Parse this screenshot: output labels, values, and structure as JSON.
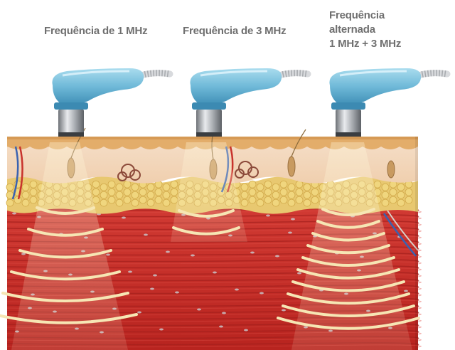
{
  "labels": {
    "freq1": "Frequência de 1 MHz",
    "freq3": "Frequência de 3 MHz",
    "alt_line1": "Frequência",
    "alt_line2": "alternada",
    "alt_line3": "1 MHz + 3 MHz"
  },
  "colors": {
    "label_text": "#6f6f6f",
    "skin_top": "#e7b979",
    "dermis": "#f2d8c0",
    "fat": "#e5c46c",
    "muscle": "#c9302c",
    "muscle_dark": "#a31f1d",
    "wave": "#f6e6b4",
    "transducer_blue": "#7ec3de",
    "transducer_metal": "#b9bcc0"
  },
  "icons": [
    "ultrasound-transducer-icon",
    "skin-tissue-cross-section",
    "ultrasound-wave-beam"
  ]
}
